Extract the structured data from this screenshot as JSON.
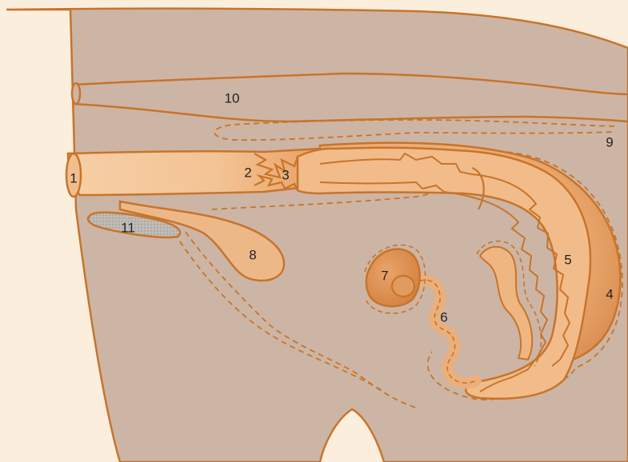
{
  "colors": {
    "background": "#FCEEDD",
    "body": "#CDB5A5",
    "outline": "#C8742A",
    "organ_light": "#F4C79A",
    "organ_mid": "#E7A46A",
    "organ_dark": "#D98A4A",
    "bladder_fill": "#EBB98C",
    "bone": "#B9B5AE"
  },
  "labels": {
    "l1": "1",
    "l2": "2",
    "l3": "3",
    "l4": "4",
    "l5": "5",
    "l6": "6",
    "l7": "7",
    "l8": "8",
    "l9": "9",
    "l10": "10",
    "l11": "11"
  }
}
